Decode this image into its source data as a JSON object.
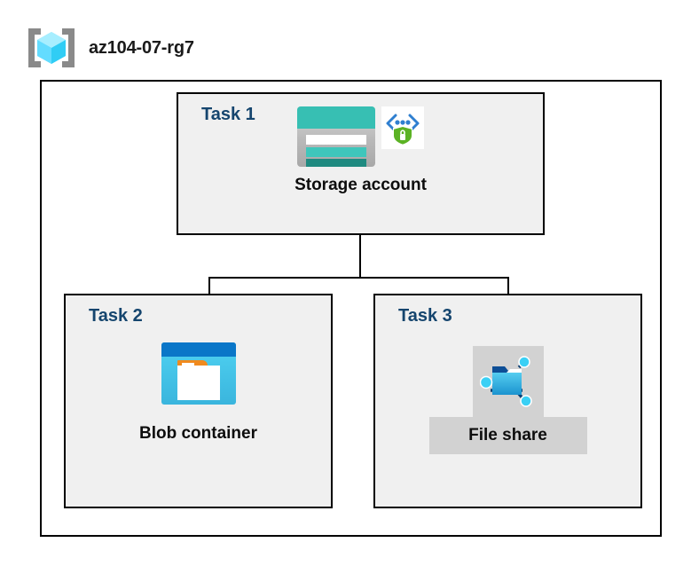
{
  "diagram": {
    "type": "azure-architecture-diagram",
    "resource_group": {
      "name": "az104-07-rg7",
      "icon": "resource-group-icon"
    },
    "tasks": [
      {
        "id": "task1",
        "label": "Task 1",
        "resource": "Storage account",
        "icons": [
          "storage-account-icon",
          "secure-endpoint-icon"
        ],
        "highlighted": false
      },
      {
        "id": "task2",
        "label": "Task 2",
        "resource": "Blob container",
        "icons": [
          "blob-container-icon"
        ],
        "highlighted": false
      },
      {
        "id": "task3",
        "label": "Task 3",
        "resource": "File share",
        "icons": [
          "file-share-icon"
        ],
        "highlighted": true
      }
    ],
    "colors": {
      "task_label": "#15456e",
      "box_border": "#000000",
      "box_fill": "#f0f0f0",
      "frame_fill": "#ffffff",
      "highlight_fill": "#d2d2d2",
      "storage_teal": "#37bfb3",
      "blob_blue": "#0a76c8",
      "blob_cyan": "#4fd2f2",
      "folder_orange": "#f08a1e",
      "shield_green": "#5bb224",
      "chevron_blue": "#2f7fd0",
      "cube_cyan": "#52daff",
      "bracket_gray": "#8a8a8a",
      "title_text": "#1a1a1a"
    }
  }
}
